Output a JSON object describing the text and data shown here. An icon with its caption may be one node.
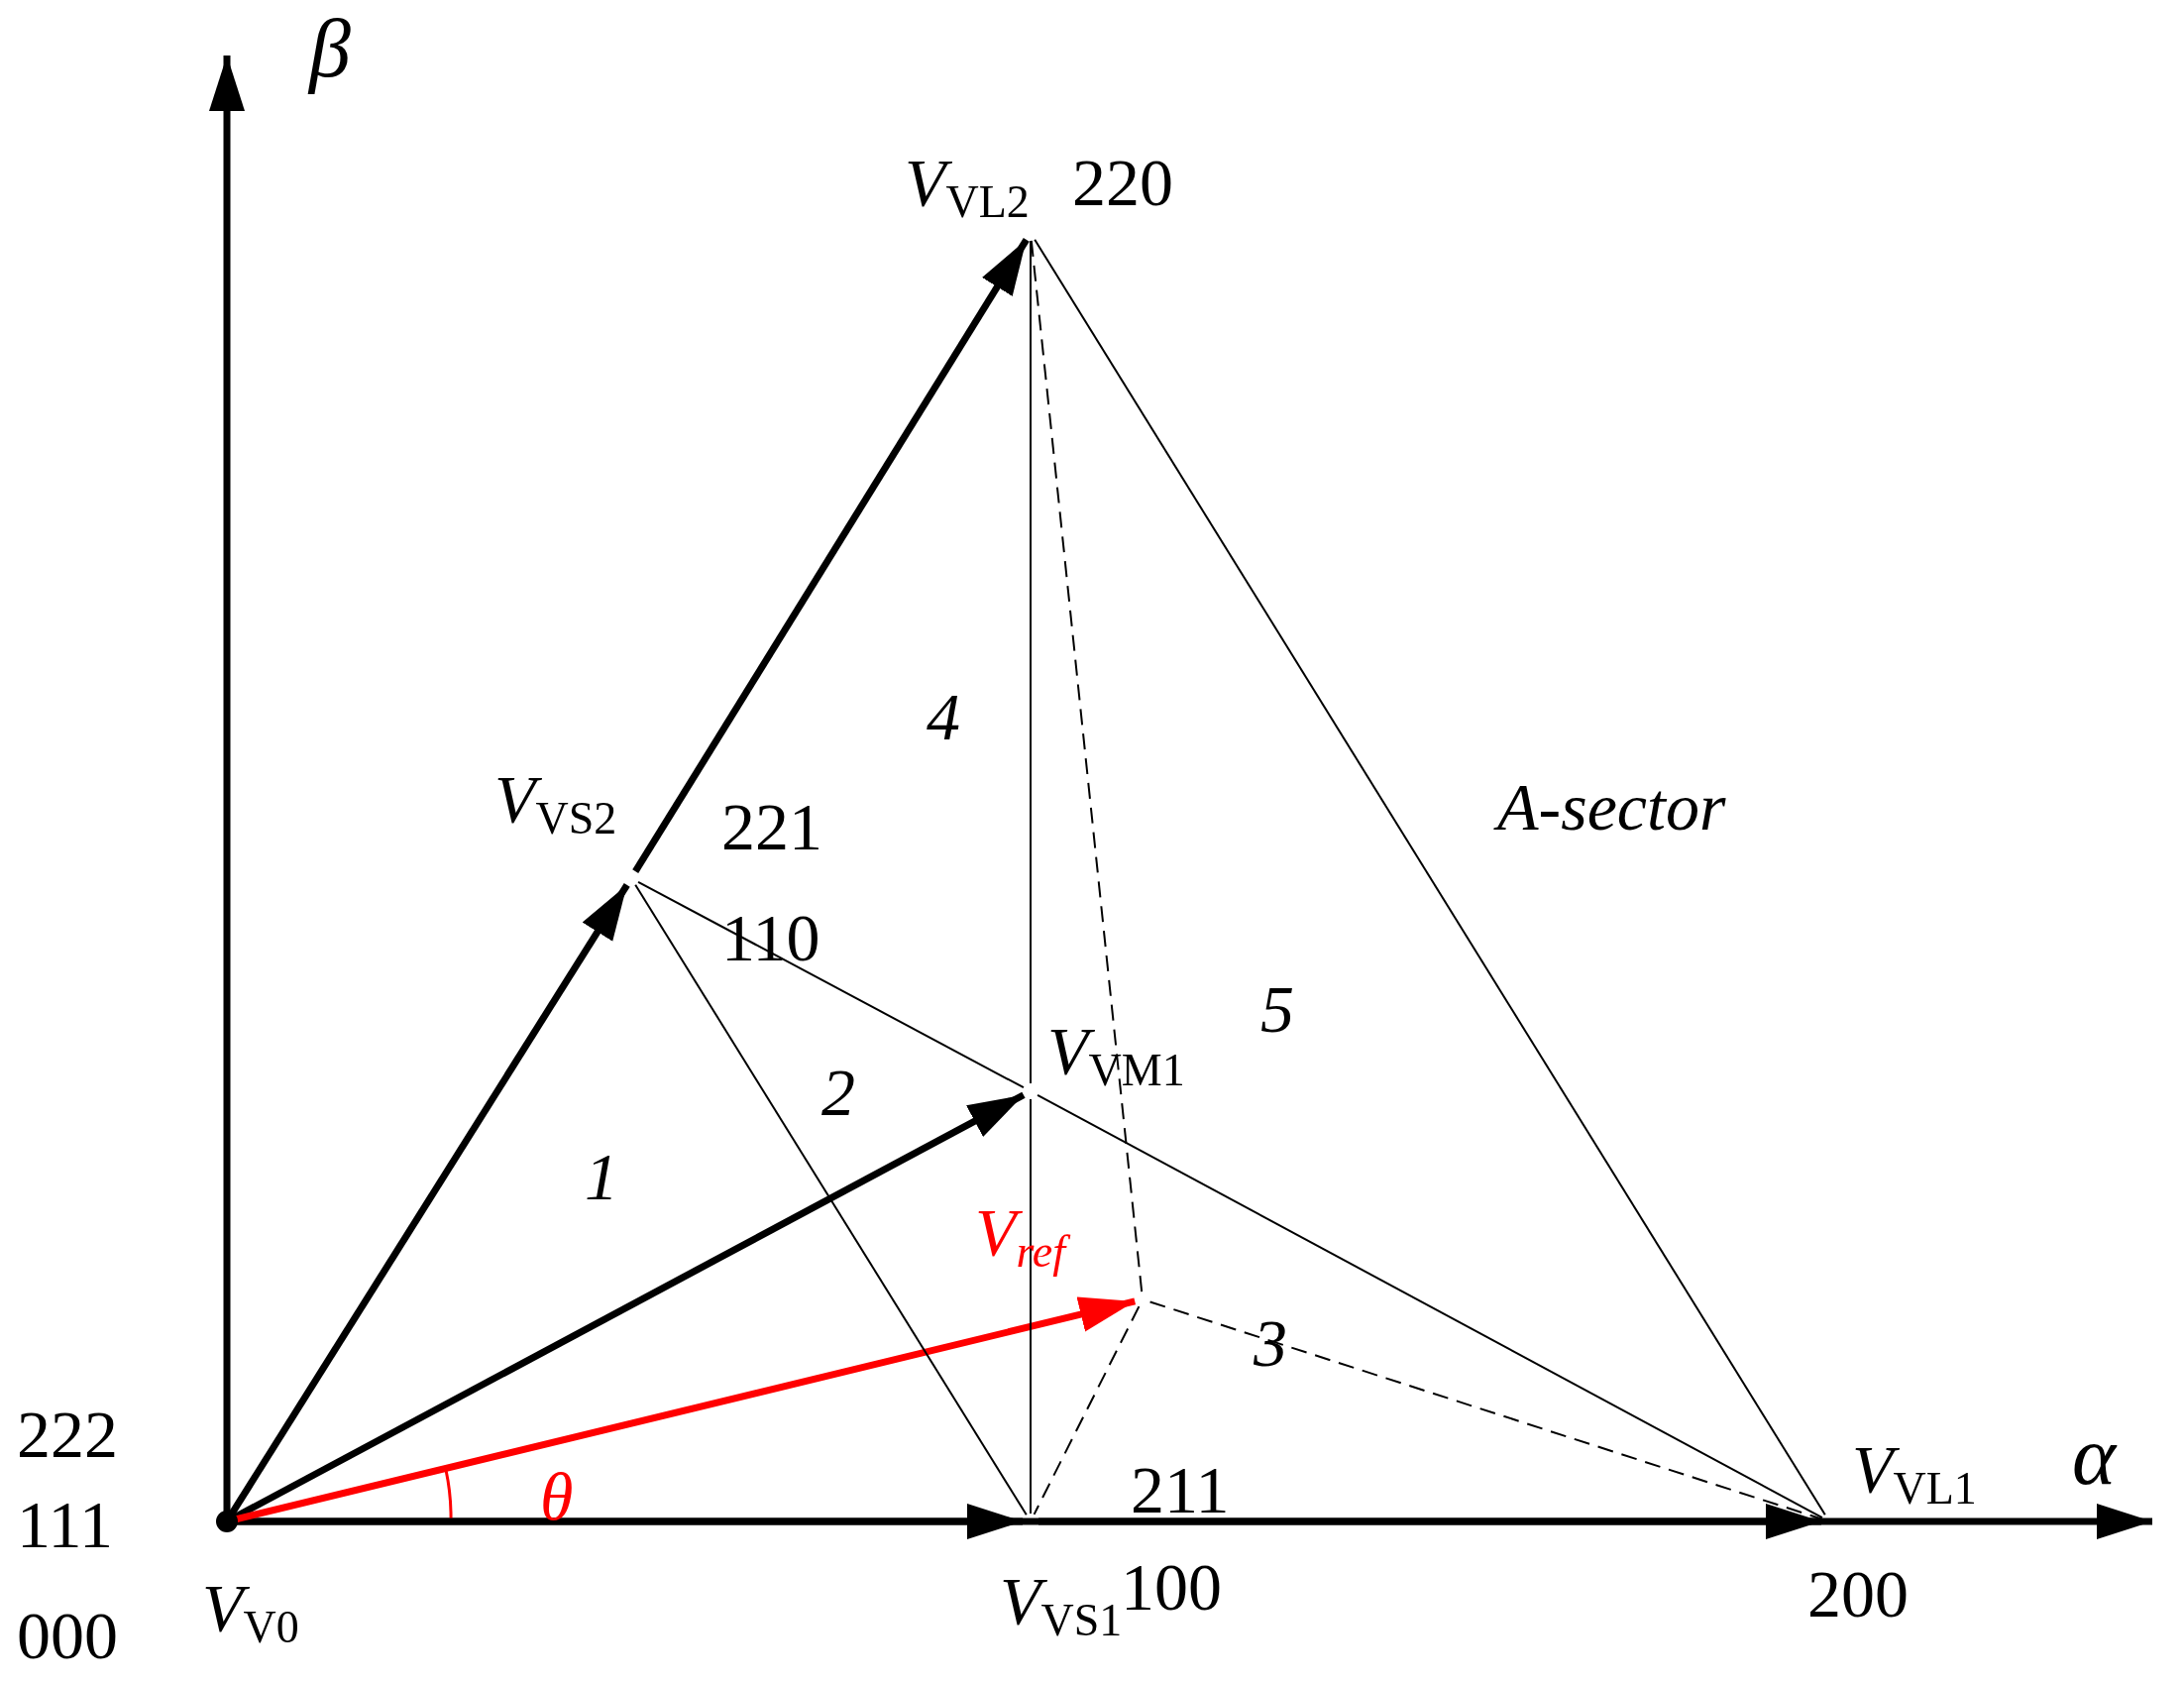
{
  "diagram": {
    "nodes": [
      {
        "text": [
          "*V*$_{VL2}$",
          "220"
        ]
      },
      {
        "text": [
          "*V*$_{VS2}$",
          "221",
          "110"
        ]
      },
      {
        "text": [
          "*V*$_{VM1}$"
        ]
      },
      {
        "text": [
          "V$_{ref}$"
        ]
      },
      {
        "text": [
          "*V*$_{VL1}$",
          "200"
        ]
      },
      {
        "text": [
          "*V*$_{VS1}$",
          "211",
          "100"
        ]
      },
      {
        "text": [
          "222",
          "111",
          "000",
          "*V*$_{V0}$"
        ]
      }
    ],
    "edges": [
      {
        "from": 6,
        "to": 5,
        "arrow": "to",
        "style": "thick"
      },
      {
        "from": 5,
        "to": 4,
        "arrow": "to",
        "style": "thick"
      },
      {
        "from": 6,
        "to": 1,
        "arrow": "to",
        "style": "thick"
      },
      {
        "from": 1,
        "to": 0,
        "arrow": "to",
        "style": "thick"
      },
      {
        "from": 6,
        "to": 2,
        "arrow": "to",
        "style": "thick"
      },
      {
        "from": 6,
        "to": 3,
        "arrow": "to",
        "style": "thick",
        "color": "#ff0000"
      },
      {
        "from": 0,
        "to": 4,
        "arrow": "none"
      },
      {
        "from": 1,
        "to": 5,
        "arrow": "none"
      },
      {
        "from": 1,
        "to": 2,
        "arrow": "none"
      },
      {
        "from": 2,
        "to": 4,
        "arrow": "none"
      },
      {
        "from": 0,
        "to": 2,
        "arrow": "none"
      },
      {
        "from": 2,
        "to": 5,
        "arrow": "none"
      },
      {
        "from": 0,
        "to": 3,
        "arrow": "none",
        "style": "dashed"
      },
      {
        "from": 3,
        "to": 4,
        "arrow": "none",
        "style": "dashed"
      },
      {
        "from": 3,
        "to": 5,
        "arrow": "none",
        "style": "dashed"
      }
    ],
    "labels": [
      "β",
      "4",
      "A-sector",
      "5",
      "2",
      "1",
      "3",
      "α",
      "θ"
    ]
  }
}
